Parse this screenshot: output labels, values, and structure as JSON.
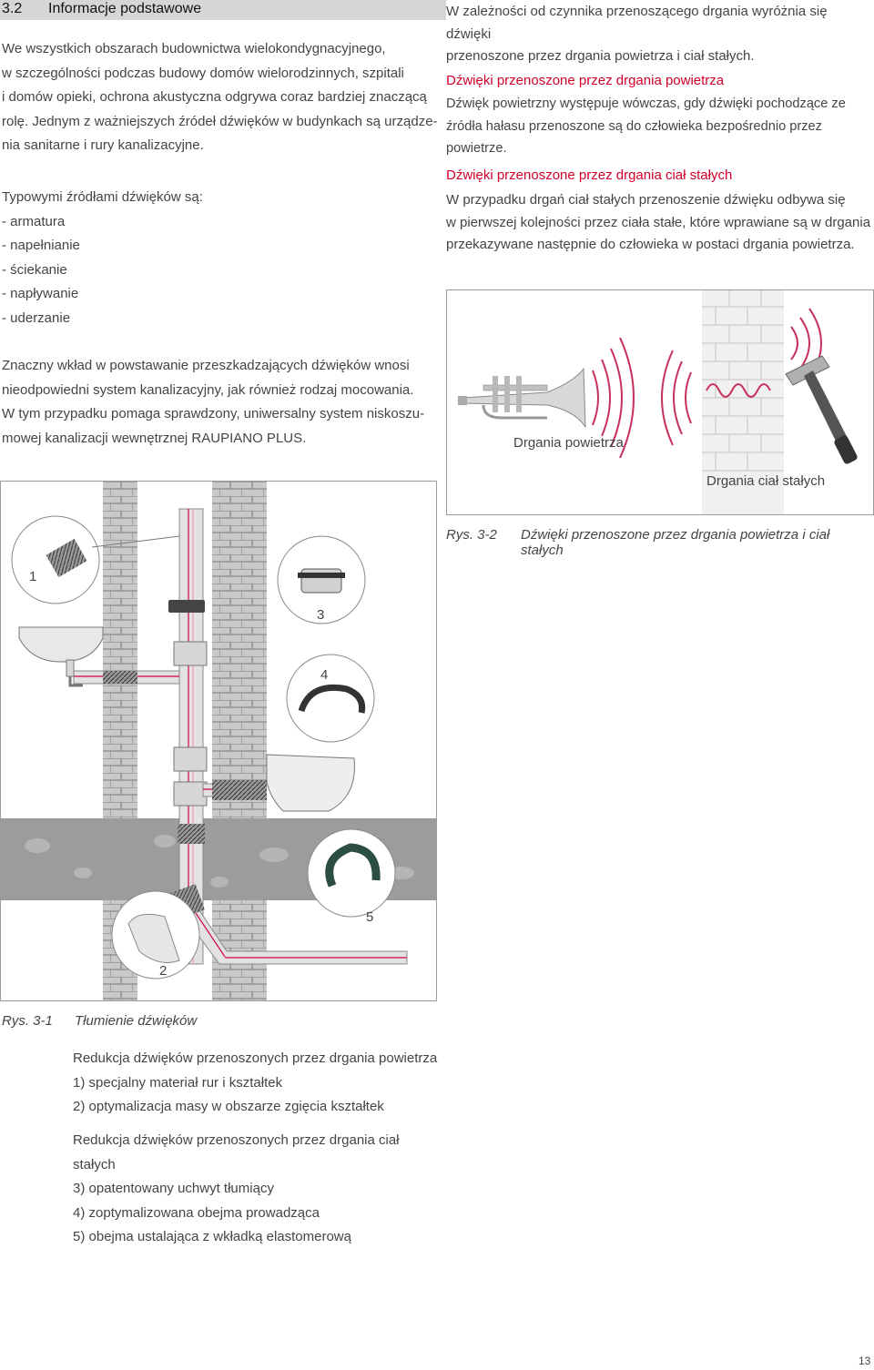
{
  "section": {
    "number": "3.2",
    "title": "Informacje podstawowe"
  },
  "intro_lines": [
    "We wszystkich obszarach budownictwa wielokondygnacyjnego,",
    "w szczególności podczas budowy domów wielorodzinnych, szpitali",
    "i domów opieki, ochrona akustyczna odgrywa coraz bardziej znaczącą",
    "rolę. Jednym z ważniejszych źródeł dźwięków w budynkach są urządze-",
    "nia sanitarne i rury kanalizacyjne."
  ],
  "sources_intro": "Typowymi źródłami dźwięków są:",
  "sources": [
    "- armatura",
    "- napełnianie",
    "- ściekanie",
    "- napływanie",
    "- uderzanie"
  ],
  "contrib_lines": [
    "Znaczny wkład w powstawanie przeszkadzających dźwięków wnosi",
    "nieodpowiedni system kanalizacyjny, jak również rodzaj mocowania.",
    "W tym przypadku pomaga sprawdzony, uniwersalny system niskoszu-",
    "mowej kanalizacji wewnętrznej RAUPIANO PLUS."
  ],
  "right": {
    "intro_lines": [
      "W zależności od czynnika przenoszącego drgania wyróżnia się dźwięki",
      "przenoszone przez drgania powietrza i ciał stałych."
    ],
    "air": {
      "heading": "Dźwięki przenoszone przez drgania powietrza",
      "lines": [
        "Dźwięk powietrzny występuje wówczas, gdy dźwięki pochodzące ze",
        "źródła hałasu przenoszone są do człowieka bezpośrednio przez powietrze."
      ]
    },
    "solid": {
      "heading": "Dźwięki przenoszone przez drgania ciał stałych",
      "lines": [
        "W przypadku drgań ciał stałych przenoszenie dźwięku odbywa się",
        "w pierwszej kolejności przez ciała stałe, które wprawiane są w drgania",
        "przekazywane następnie do człowieka w postaci drgania powietrza."
      ]
    }
  },
  "fig2": {
    "label_air": "Drgania powietrza",
    "label_solid": "Drgania ciał stałych",
    "caption_label": "Rys. 3-2",
    "caption_text": "Dźwięki przenoszone przez drgania powietrza i ciał stałych"
  },
  "fig1": {
    "numbers": [
      "1",
      "2",
      "3",
      "4",
      "5"
    ],
    "caption_label": "Rys. 3-1",
    "caption_text": "Tłumienie dźwięków"
  },
  "legend": {
    "air_title": "Redukcja dźwięków przenoszonych przez drgania powietrza",
    "air_items": [
      "1) specjalny materiał  rur i kształtek",
      "2) optymalizacja masy w obszarze zgięcia kształtek"
    ],
    "solid_title_lines": [
      "Redukcja dźwięków przenoszonych przez drgania ciał",
      "stałych"
    ],
    "solid_items": [
      "3) opatentowany uchwyt tłumiący",
      "4) zoptymalizowana obejma prowadząca",
      "5) obejma ustalająca z wkładką elastomerową"
    ]
  },
  "page_number": "13",
  "colors": {
    "accent": "#d1002a",
    "pipe_stripe": "#d3004f",
    "wave": "#c8305a",
    "header_bar": "#d6d6d6"
  }
}
